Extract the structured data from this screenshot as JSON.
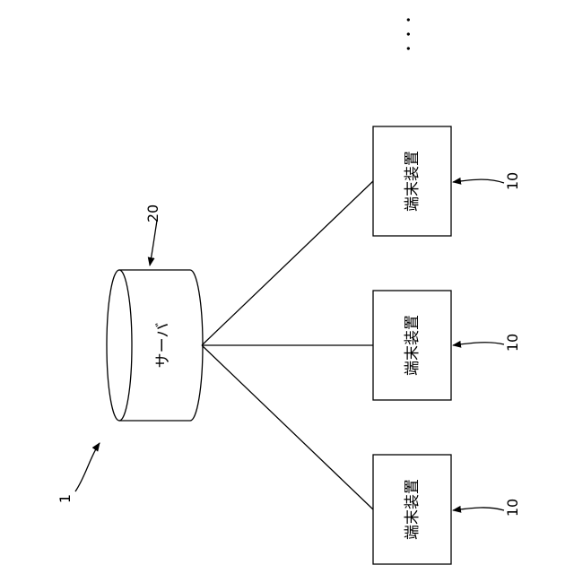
{
  "diagram": {
    "system_ref": "1",
    "server": {
      "ref": "20",
      "label": "サーバ"
    },
    "terminals": [
      {
        "ref": "10",
        "label": "端末装置"
      },
      {
        "ref": "10",
        "label": "端末装置"
      },
      {
        "ref": "10",
        "label": "端末装置"
      }
    ],
    "ellipsis": "・・・"
  }
}
